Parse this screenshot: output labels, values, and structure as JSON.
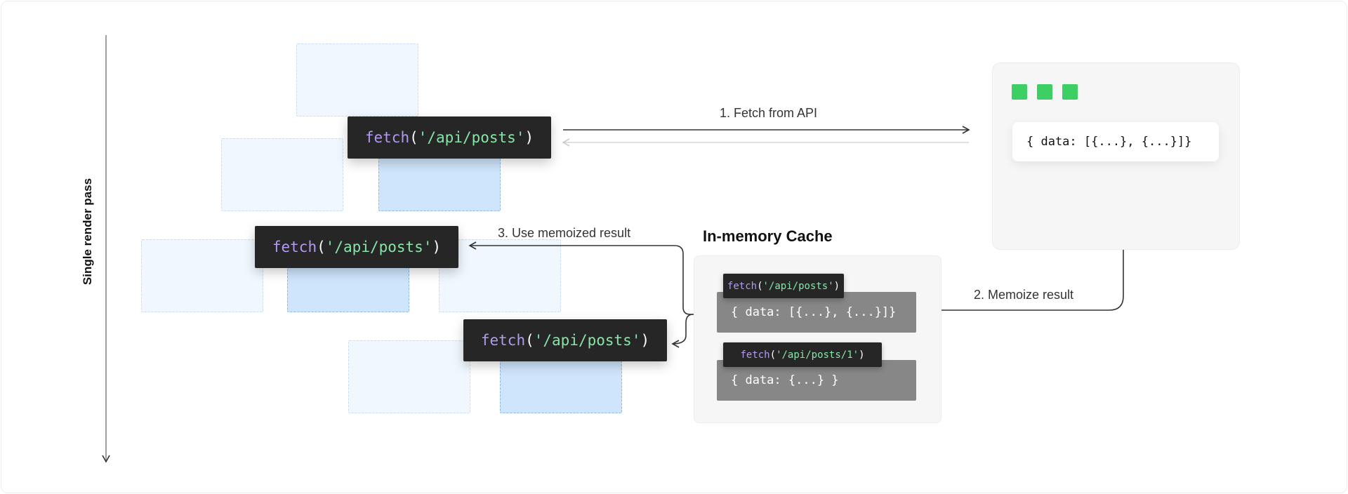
{
  "axis": {
    "label": "Single render pass"
  },
  "fetch_calls": [
    {
      "fn": "fetch",
      "open": "(",
      "arg": "'/api/posts'",
      "close": ")"
    },
    {
      "fn": "fetch",
      "open": "(",
      "arg": "'/api/posts'",
      "close": ")"
    },
    {
      "fn": "fetch",
      "open": "(",
      "arg": "'/api/posts'",
      "close": ")"
    }
  ],
  "arrows": {
    "fetch_from_api": "1. Fetch from API",
    "memoize_result": "2. Memoize result",
    "use_memoized": "3. Use memoized result"
  },
  "api_panel": {
    "response": "{ data: [{...}, {...}]}",
    "indicator_color": "#3ecf64"
  },
  "cache": {
    "title": "In-memory Cache",
    "entries": [
      {
        "key_fn": "fetch",
        "key_open": "(",
        "key_arg": "'/api/posts'",
        "key_close": ")",
        "value": "{ data: [{...}, {...}]}"
      },
      {
        "key_fn": "fetch",
        "key_open": "(",
        "key_arg": "'/api/posts/1'",
        "key_close": ")",
        "value": "{ data: {...} }"
      }
    ]
  },
  "colors": {
    "code_bg": "#262626",
    "function": "#b39af0",
    "string": "#86e5a7",
    "ghost_fill": "#f0f7ff",
    "ghost_active_fill": "#cfe5fc",
    "cache_entry_fill": "#878787"
  }
}
